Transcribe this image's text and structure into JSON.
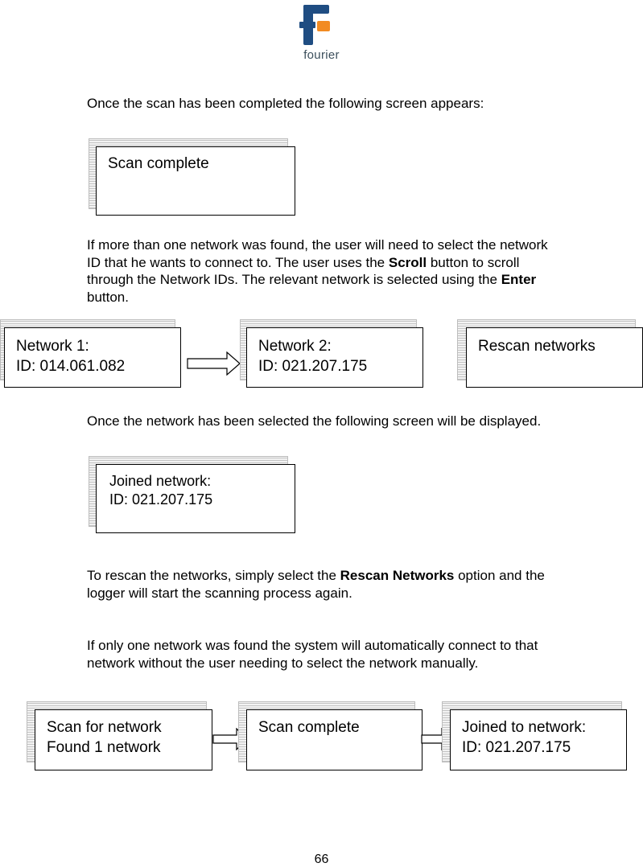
{
  "header": {
    "brand": "fourier"
  },
  "colors": {
    "logo_blue": "#1f4d82",
    "logo_orange": "#f28b22",
    "text": "#000000"
  },
  "paragraphs": {
    "p1": "Once the scan has been completed the following screen appears:",
    "p2_a": "If more than one network was found, the user will need to select the network ID that he wants to connect to. The user uses the ",
    "p2_b": "Scroll",
    "p2_c": " button to scroll through the Network IDs. The relevant network is selected using the ",
    "p2_d": "Enter",
    "p2_e": " button.",
    "p3": "Once the network has been selected the following screen will be displayed.",
    "p4_a": "To rescan the networks, simply select the ",
    "p4_b": "Rescan Networks",
    "p4_c": " option and the logger will start the scanning process again.",
    "p5": "If only one network was found the system will automatically connect to that network without the user needing to select the network manually."
  },
  "screens": {
    "scan_complete": [
      "Scan complete"
    ],
    "network1": [
      "Network 1:",
      "ID: 014.061.082"
    ],
    "network2": [
      "Network 2:",
      "ID: 021.207.175"
    ],
    "rescan": [
      "Rescan networks"
    ],
    "joined": [
      "Joined network:",
      "ID: 021.207.175"
    ],
    "scan_for": [
      "Scan for network",
      "Found 1 network"
    ],
    "scan_complete2": [
      "Scan complete"
    ],
    "joined_to": [
      "Joined to network:",
      "ID: 021.207.175"
    ]
  },
  "footer": {
    "page_number": "66"
  }
}
